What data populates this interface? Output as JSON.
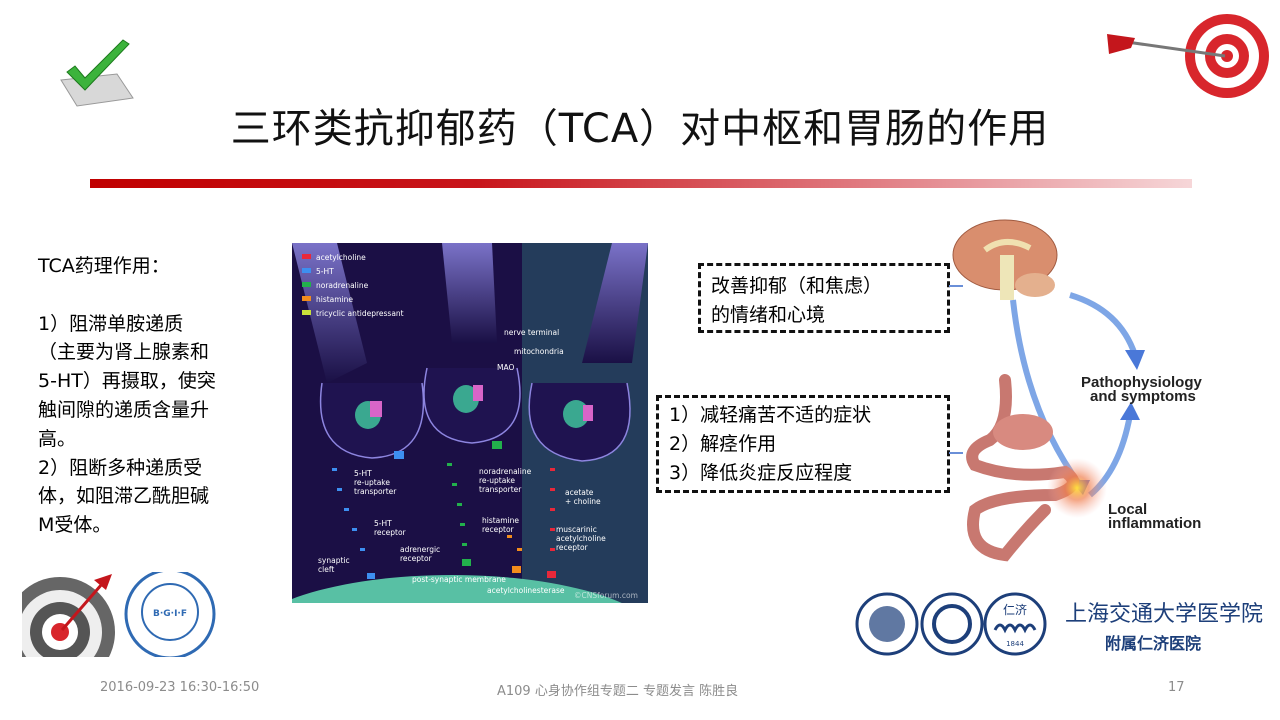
{
  "slide": {
    "title": "三环类抗抑郁药（TCA）对中枢和胃肠的作用",
    "left_text": [
      "TCA药理作用：",
      "",
      "1）阻滞单胺递质",
      "（主要为肾上腺素和",
      "5-HT）再摄取，使突",
      "触间隙的递质含量升",
      "高。",
      "2）阻断多种递质受",
      "体，如阻滞乙酰胆碱",
      "M受体。"
    ],
    "box1": [
      "改善抑郁（和焦虑）",
      "的情绪和心境"
    ],
    "box2": [
      "1）减轻痛苦不适的症状",
      "2）解痉作用",
      "3）降低炎症反应程度"
    ]
  },
  "neuro_figure": {
    "legend": [
      {
        "label": "acetylcholine",
        "color": "#e8283a"
      },
      {
        "label": "5-HT",
        "color": "#3d8ff0"
      },
      {
        "label": "noradrenaline",
        "color": "#22b14c"
      },
      {
        "label": "histamine",
        "color": "#f28c1c"
      },
      {
        "label": "tricyclic antidepressant",
        "color": "#c8e03a"
      }
    ],
    "labels": {
      "nerve_terminal": "nerve terminal",
      "mitochondria": "mitochondria",
      "mao": "MAO",
      "ht_transporter": [
        "5-HT",
        "re-uptake",
        "transporter"
      ],
      "na_transporter": [
        "noradrenaline",
        "re-uptake",
        "transporter"
      ],
      "acetate": [
        "acetate",
        "+ choline"
      ],
      "ht_receptor": [
        "5-HT",
        "receptor"
      ],
      "histamine_receptor": [
        "histamine",
        "receptor"
      ],
      "muscarinic": [
        "muscarinic",
        "acetylcholine",
        "receptor"
      ],
      "synaptic_cleft": [
        "synaptic",
        "cleft"
      ],
      "adrenergic": [
        "adrenergic",
        "receptor"
      ],
      "membrane": "post-synaptic membrane",
      "ache": "acetylcholinesterase",
      "credit": "©CNSforum.com"
    }
  },
  "gut_brain_figure": {
    "pathophysiology": [
      "Pathophysiology",
      "and symptoms"
    ],
    "local": [
      "Local",
      "inflammation"
    ]
  },
  "logos": {
    "bgif": "B·G·I·F",
    "renji_year": "1844",
    "renji": "仁济",
    "school": "上海交通大学医学院",
    "hospital": "附属仁济医院"
  },
  "footer": {
    "date": "2016-09-23 16:30-16:50",
    "center": "A109 心身协作组专题二 专题发言 陈胜良",
    "page": "17"
  }
}
